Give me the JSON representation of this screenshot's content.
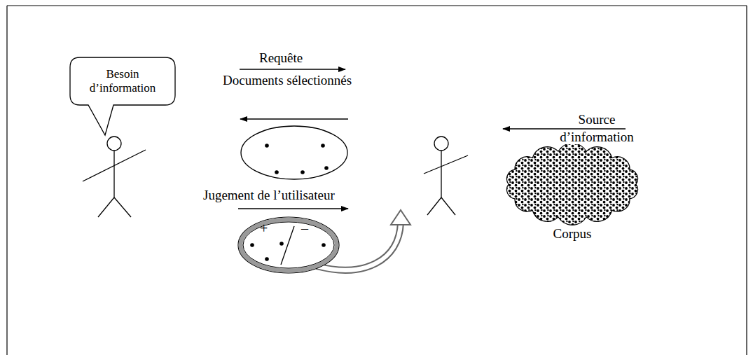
{
  "diagram": {
    "nodes": [
      {
        "text": [
          "Besoin d’information"
        ]
      },
      {
        "text": [
          "+",
          "–"
        ]
      },
      {
        "text": [
          "Corpus"
        ]
      }
    ],
    "labels": [
      "Requête",
      "Documents sélectionnés",
      "Jugement de l’utilisateur",
      "Source d’information"
    ]
  }
}
